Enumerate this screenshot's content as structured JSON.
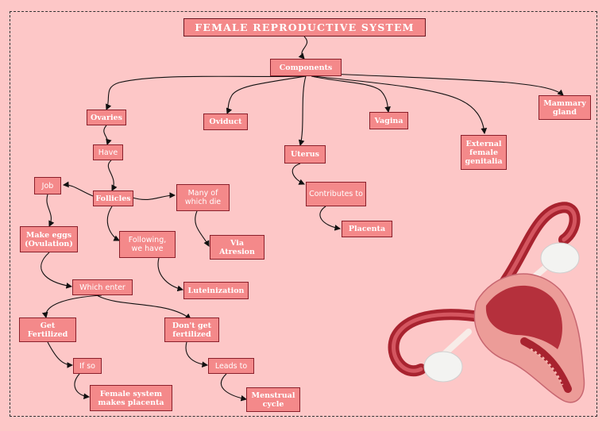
{
  "title": "FEMALE REPRODUCTIVE SYSTEM",
  "nodes": {
    "components": "Components",
    "ovaries": "Ovaries",
    "oviduct": "Oviduct",
    "vagina": "Vagina",
    "mammary": "Mammary gland",
    "external": "External female genitalia",
    "uterus": "Uterus",
    "contributes": "Contributes to",
    "placenta": "Placenta",
    "have": "Have",
    "follicles": "Follicles",
    "job": "Job",
    "many_die": "Many of which die",
    "via_atresion": "Via Atresion",
    "following": "Following, we have",
    "luteinization": "Luteinization",
    "make_eggs": "Make eggs (Ovulation)",
    "which_enter": "Which enter",
    "get_fertilized": "Get Fertilized",
    "dont_get": "Don't get fertilized",
    "if_so": "If so",
    "leads_to": "Leads to",
    "female_makes_placenta": "Female system makes placenta",
    "menstrual": "Menstrual cycle"
  },
  "colors": {
    "background": "#fdc7c7",
    "node_fill": "#f4898a",
    "node_border": "#8a1f2a",
    "uterus_dark": "#b5303c",
    "uterus_light": "#ec9c98"
  }
}
